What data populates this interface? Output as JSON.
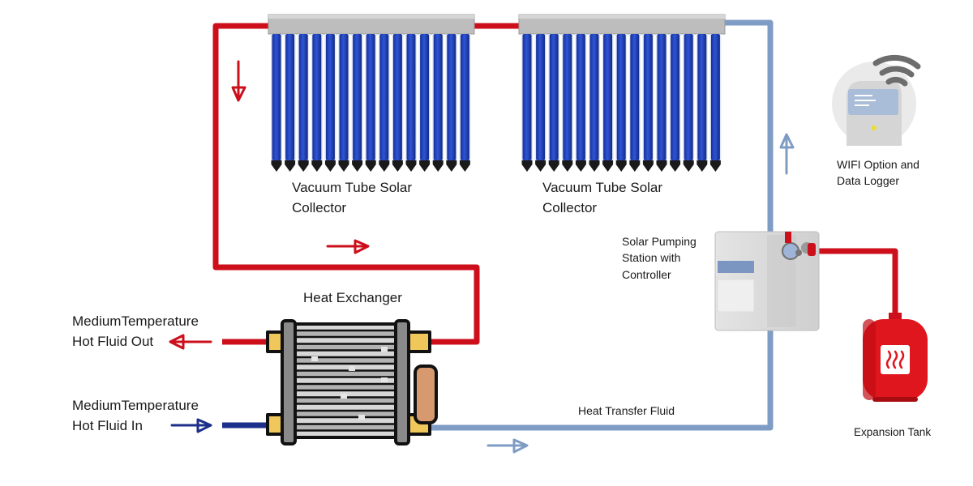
{
  "collectors": [
    {
      "label_line1": "Vacuum Tube Solar",
      "label_line2": "Collector"
    },
    {
      "label_line1": "Vacuum Tube Solar",
      "label_line2": "Collector"
    }
  ],
  "heat_exchanger": {
    "label": "Heat Exchanger"
  },
  "hot_out": {
    "line1": "MediumTemperature",
    "line2": "Hot Fluid Out"
  },
  "hot_in": {
    "line1": "MediumTemperature",
    "line2": "Hot Fluid In"
  },
  "pumping_station": {
    "line1": "Solar Pumping",
    "line2": "Station with",
    "line3": "Controller"
  },
  "wifi": {
    "line1": "WIFI Option and",
    "line2": "Data Logger"
  },
  "heat_transfer_fluid": {
    "label": "Heat Transfer Fluid"
  },
  "expansion_tank": {
    "label": "Expansion Tank"
  },
  "colors": {
    "hot_pipe": "#cc0f1b",
    "cold_pipe": "#7f9cc4",
    "inlet_pipe": "#1c2f8a",
    "tube_blue": "#1f3fb0",
    "header_gray": "#bdbdbd"
  }
}
